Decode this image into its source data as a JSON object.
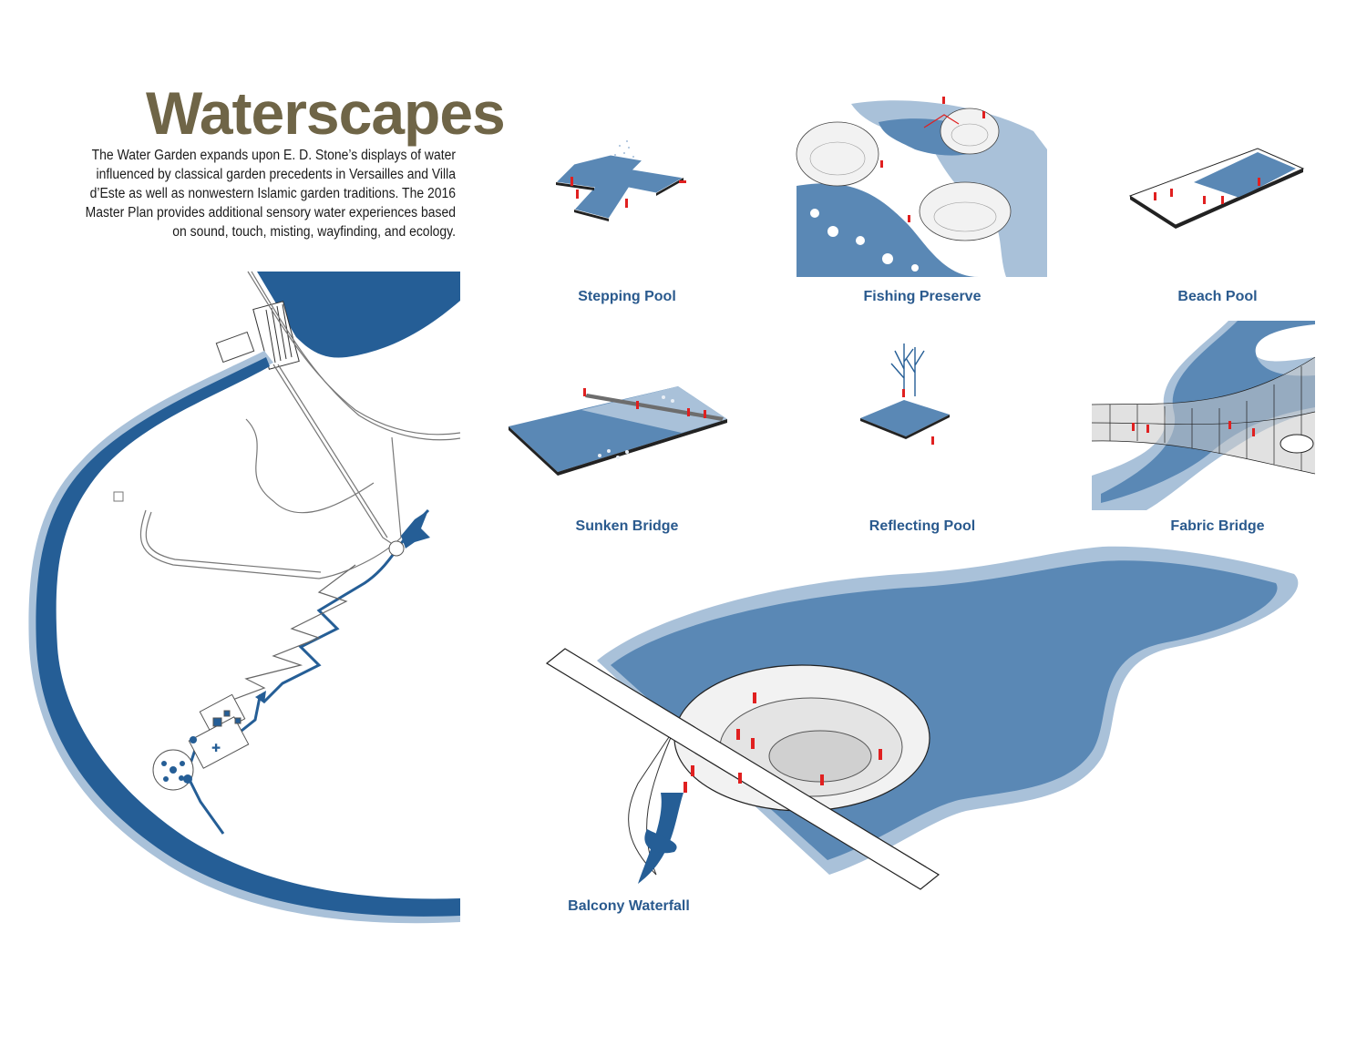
{
  "title": "Waterscapes",
  "intro": "The Water Garden expands upon E. D. Stone’s displays of water influenced by classical garden precedents in Versailles and Villa d’Este as well as nonwestern Islamic garden traditions. The 2016 Master Plan provides additional sensory water experiences based on sound, touch, misting, wayfinding, and ecology.",
  "captions": {
    "stepping_pool": "Stepping Pool",
    "fishing_preserve": "Fishing Preserve",
    "beach_pool": "Beach Pool",
    "sunken_bridge": "Sunken Bridge",
    "reflecting_pool": "Reflecting Pool",
    "fabric_bridge": "Fabric Bridge",
    "balcony_waterfall": "Balcony Waterfall"
  },
  "colors": {
    "water_dark": "#255e96",
    "water_mid": "#5a88b5",
    "water_light": "#a9c1d9",
    "water_pale": "#d3dfeb",
    "title_brown": "#6f6547",
    "caption_blue": "#2a5a8e",
    "figure_red": "#e02020"
  }
}
